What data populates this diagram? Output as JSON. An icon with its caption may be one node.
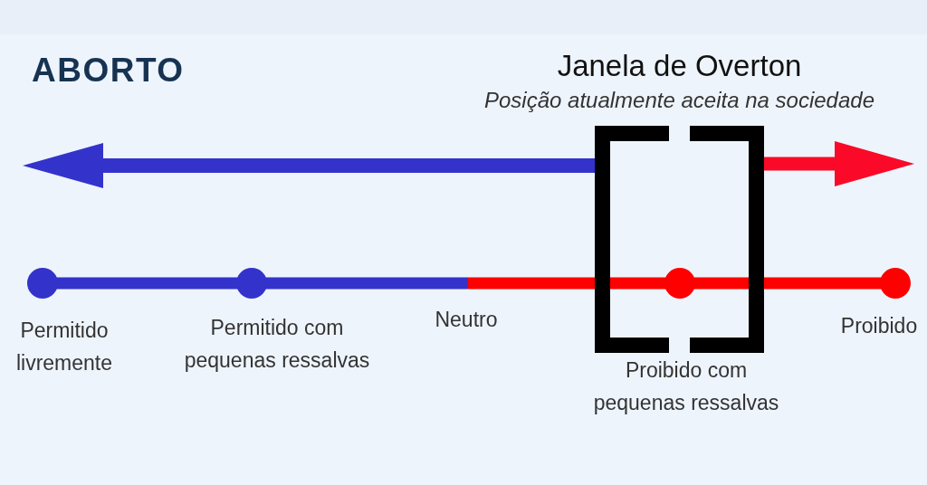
{
  "diagram": {
    "title": "ABORTO",
    "nodes": [
      {
        "text": [
          "Janela de Overton",
          "Posição atualmente aceita na sociedade"
        ]
      }
    ],
    "labels": [
      "Permitido livremente",
      "Permitido com pequenas ressalvas",
      "Neutro",
      "Proibido com pequenas ressalvas",
      "Proibido"
    ]
  }
}
